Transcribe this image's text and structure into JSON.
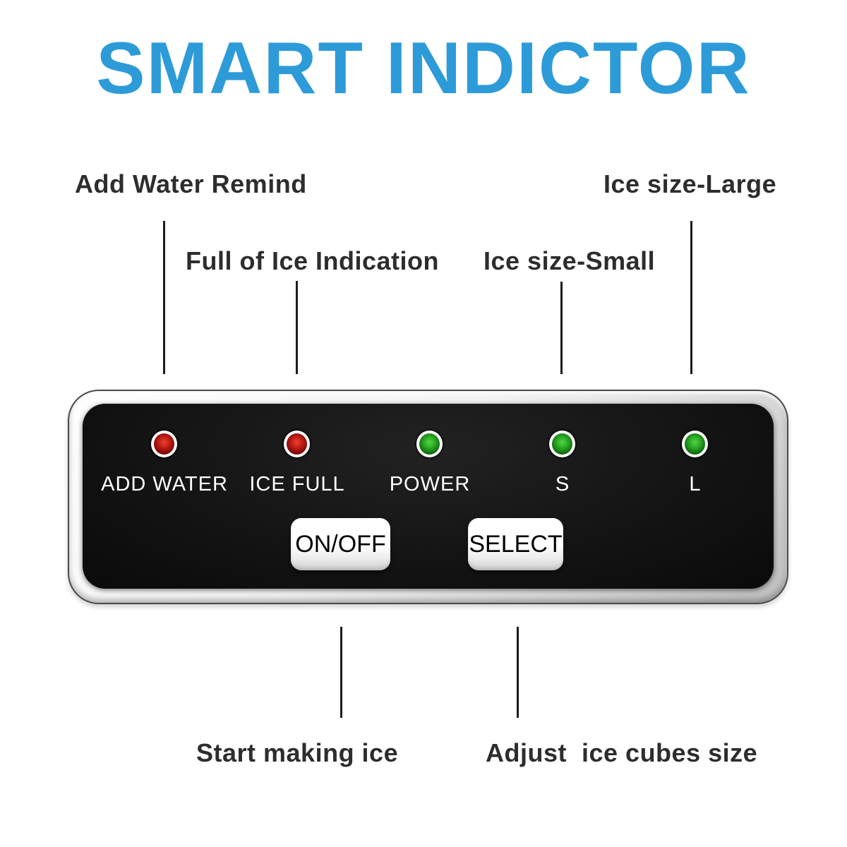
{
  "title": {
    "text": "SMART INDICTOR",
    "color": "#2E9BD9"
  },
  "callouts": {
    "top": [
      {
        "id": "add-water",
        "label": "Add Water Remind"
      },
      {
        "id": "full-ice",
        "label": "Full of Ice Indication"
      },
      {
        "id": "ice-small",
        "label": "Ice size-Small"
      },
      {
        "id": "ice-large",
        "label": "Ice size-Large"
      }
    ],
    "bottom": [
      {
        "id": "start-making-ice",
        "label": "Start making ice"
      },
      {
        "id": "adjust-ice-size",
        "label": "Adjust  ice cubes size"
      }
    ]
  },
  "panel": {
    "indicators": [
      {
        "label": "ADD WATER",
        "color": "red"
      },
      {
        "label": "ICE FULL",
        "color": "red"
      },
      {
        "label": "POWER",
        "color": "green"
      },
      {
        "label": "S",
        "color": "green"
      },
      {
        "label": "L",
        "color": "green"
      }
    ],
    "buttons": [
      {
        "label": "ON/OFF"
      },
      {
        "label": "SELECT"
      }
    ]
  },
  "colors": {
    "title_blue": "#2E9BD9",
    "led_red": "#CC2318",
    "led_green": "#2CAB24",
    "panel_black": "#141414",
    "frame_silver": "#E8E8E8",
    "label_dark": "#2D2D2D"
  }
}
